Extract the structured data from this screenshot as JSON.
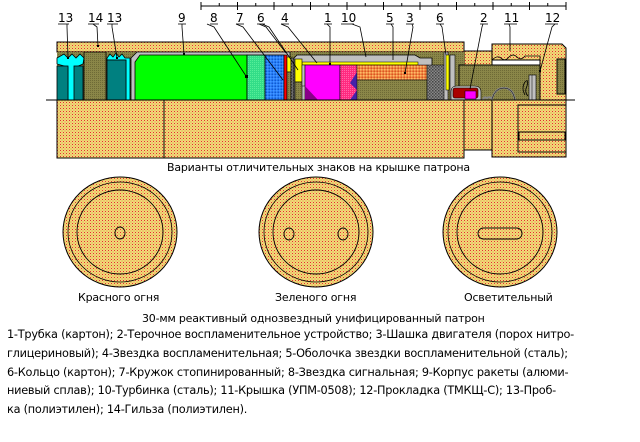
{
  "diagram": {
    "part_labels": [
      {
        "id": "13a",
        "text": "13"
      },
      {
        "id": "14",
        "text": "14"
      },
      {
        "id": "13b",
        "text": "13"
      },
      {
        "id": "9",
        "text": "9"
      },
      {
        "id": "8",
        "text": "8"
      },
      {
        "id": "7",
        "text": "7"
      },
      {
        "id": "6a",
        "text": "6"
      },
      {
        "id": "4",
        "text": "4"
      },
      {
        "id": "1",
        "text": "1"
      },
      {
        "id": "10",
        "text": "10"
      },
      {
        "id": "5",
        "text": "5"
      },
      {
        "id": "3",
        "text": "3"
      },
      {
        "id": "6b",
        "text": "6"
      },
      {
        "id": "2",
        "text": "2"
      },
      {
        "id": "11",
        "text": "11"
      },
      {
        "id": "12",
        "text": "12"
      }
    ],
    "colors": {
      "casing": "#f5d87a",
      "casing_dots": "#e03030",
      "olive": "#848044",
      "cyan": "#00ffff",
      "teal": "#008080",
      "green": "#00ff00",
      "light_green": "#33dd88",
      "blue": "#3388ff",
      "red": "#ff0000",
      "yellow": "#ffff00",
      "magenta": "#ff00ff",
      "pink": "#ff2a7f",
      "purple": "#7722aa",
      "gray": "#c0c0c0",
      "dark_red": "#aa0000"
    }
  },
  "cap_variants": {
    "heading": "Варианты отличительных знаков на крышке патрона",
    "items": [
      {
        "label": "Красного огня",
        "mark": "one-dot"
      },
      {
        "label": "Зеленого огня",
        "mark": "two-dots"
      },
      {
        "label": "Осветительный",
        "mark": "bar"
      }
    ]
  },
  "title": "30-мм реактивный однозвездный унифицированный патрон",
  "legend": {
    "lines": [
      "1-Трубка (картон); 2-Терочное воспламенительное устройство; 3-Шашка двигателя (порох нитро-",
      "глицериновый); 4-Звездка воспламенительная; 5-Оболочка звездки воспламенительной (сталь);",
      "6-Кольцо (картон); 7-Кружок стопинированный; 8-Звездка сигнальная; 9-Корпус ракеты (алюми-",
      "ниевый сплав); 10-Турбинка (сталь); 11-Крышка (УПМ-0508); 12-Прокладка (ТМКЩ-С); 13-Проб-",
      "ка (полиэтилен); 14-Гильза (полиэтилен)."
    ]
  }
}
